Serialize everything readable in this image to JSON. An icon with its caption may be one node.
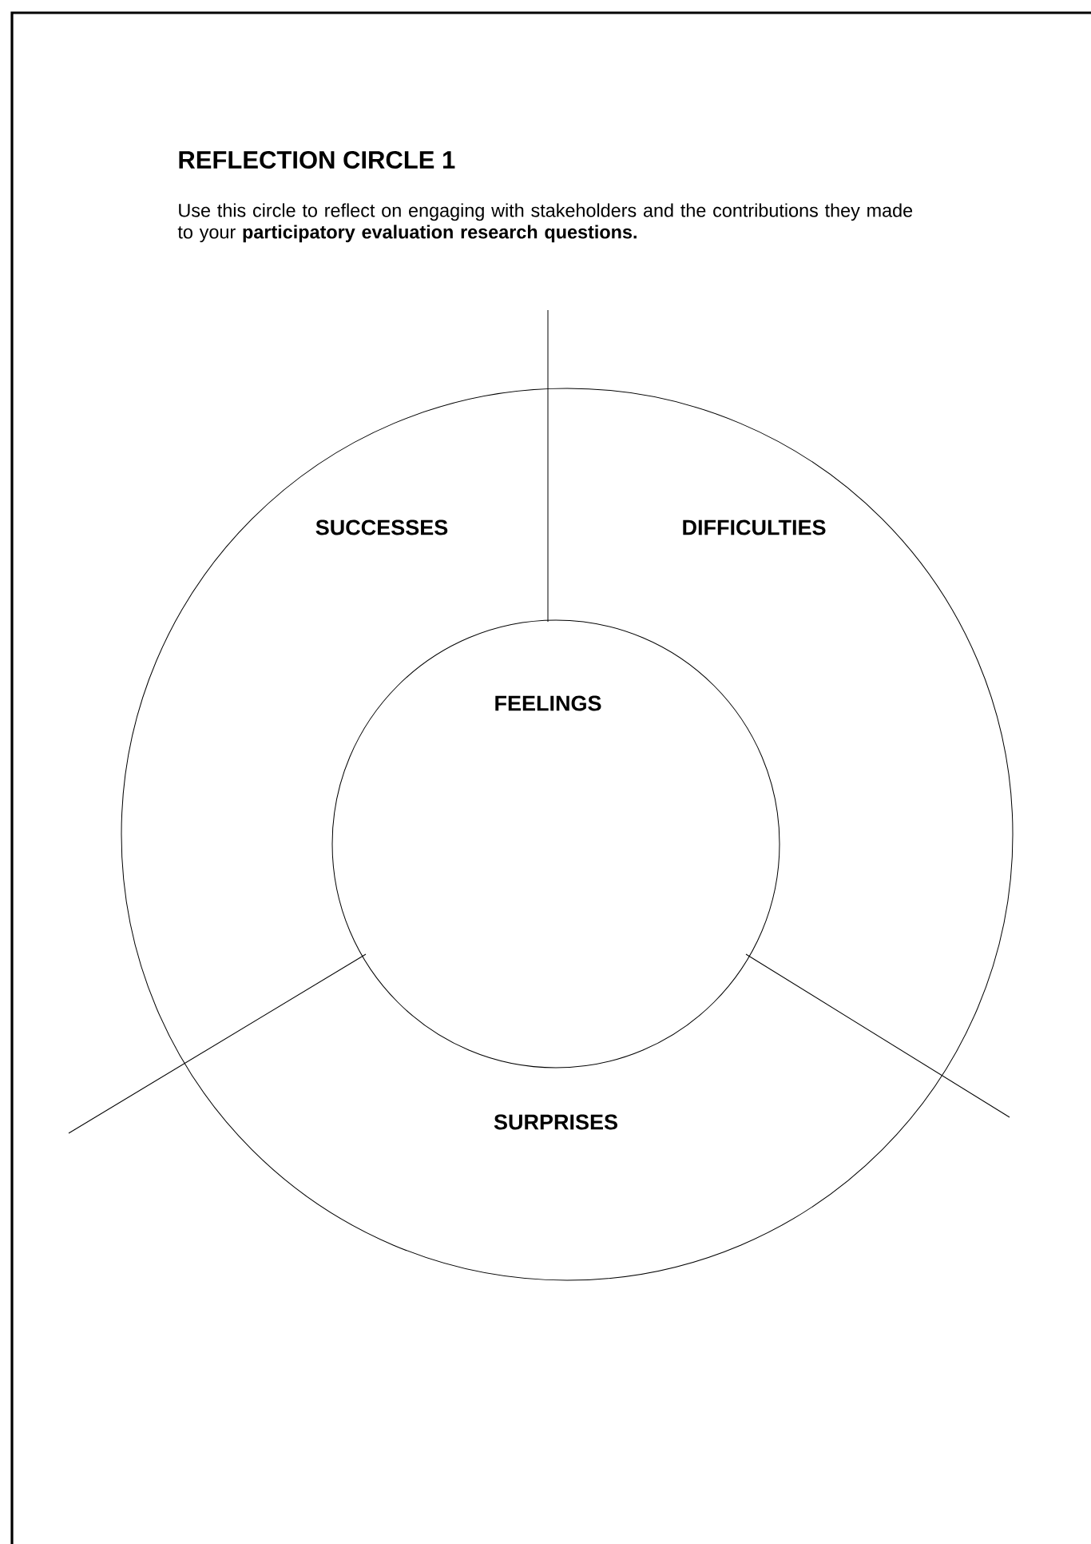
{
  "diagram": {
    "title": "REFLECTION CIRCLE 1",
    "caption": "Use this circle to reflect on engaging with stakeholders and the contributions they made to your **participatory evaluation research questions.**",
    "nodes": [
      {
        "text": [
          "SUCCESSES",
          "DIFFICULTIES",
          "SURPRISES"
        ]
      },
      {
        "text": [
          "FEELINGS"
        ],
        "in": 0
      }
    ],
    "edges": []
  }
}
